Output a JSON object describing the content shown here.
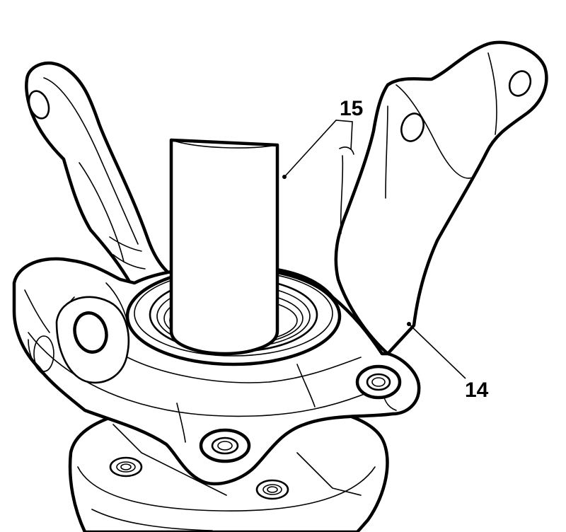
{
  "callouts": [
    {
      "id": "15",
      "label": "15",
      "refers_to": "tool"
    },
    {
      "id": "14",
      "label": "14",
      "refers_to": "knuckle"
    }
  ],
  "colors": {
    "line": "#000000",
    "background": "#ffffff"
  }
}
